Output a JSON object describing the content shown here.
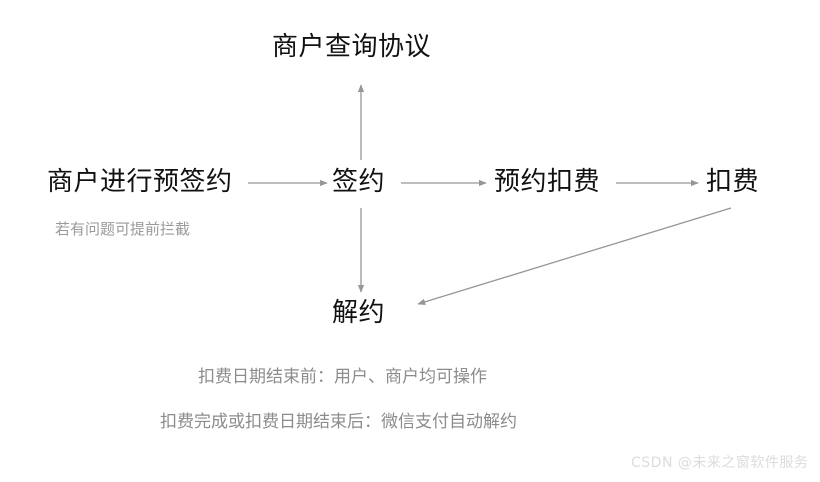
{
  "diagram": {
    "title_node": "商户查询协议",
    "nodes": [
      {
        "id": "presign",
        "label": "商户进行预签约"
      },
      {
        "id": "sign",
        "label": "签约"
      },
      {
        "id": "presched",
        "label": "预约扣费"
      },
      {
        "id": "charge",
        "label": "扣费"
      },
      {
        "id": "cancel",
        "label": "解约"
      },
      {
        "id": "query",
        "label": "商户查询协议"
      }
    ],
    "annotations": {
      "presign_note": "若有问题可提前拦截"
    },
    "captions": [
      "扣费日期结束前：用户、商户均可操作",
      "扣费完成或扣费日期结束后：微信支付自动解约"
    ],
    "edges": [
      {
        "from": "presign",
        "to": "sign",
        "direction": "right"
      },
      {
        "from": "sign",
        "to": "presched",
        "direction": "right"
      },
      {
        "from": "presched",
        "to": "charge",
        "direction": "right"
      },
      {
        "from": "sign",
        "to": "query",
        "direction": "up"
      },
      {
        "from": "sign",
        "to": "cancel",
        "direction": "down"
      },
      {
        "from": "charge",
        "to": "cancel",
        "direction": "diagonal-down-left"
      }
    ]
  },
  "watermark": "CSDN @未来之窗软件服务",
  "colors": {
    "background": "#ffffff",
    "node_text": "#111111",
    "muted_text": "#8c8c8c",
    "arrow": "#969696",
    "watermark": "#dcdcdc"
  }
}
